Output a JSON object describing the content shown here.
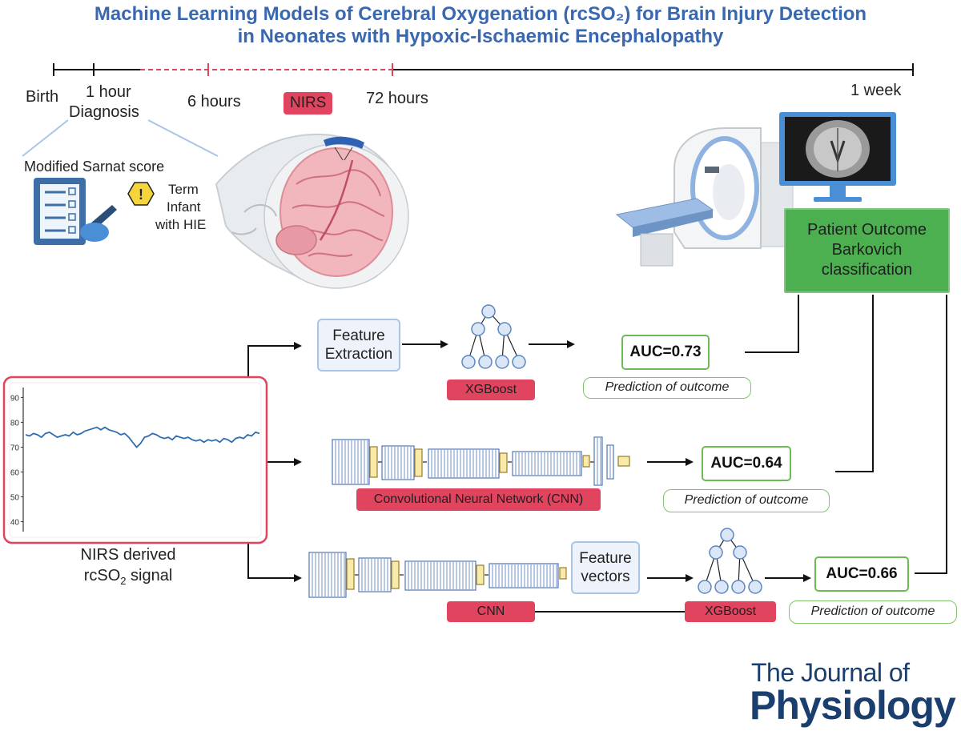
{
  "title": {
    "line1": "Machine Learning Models of Cerebral Oxygenation (rcSO₂) for Brain Injury Detection",
    "line2": "in Neonates with Hypoxic-Ischaemic Encephalopathy"
  },
  "timeline": {
    "birth": "Birth",
    "one_hour": "1 hour",
    "diagnosis": "Diagnosis",
    "six_hours": "6 hours",
    "nirs": "NIRS",
    "seventy_two_hours": "72 hours",
    "one_week": "1 week"
  },
  "sarnat": {
    "title": "Modified Sarnat score",
    "term_line1": "Term",
    "term_line2": "Infant",
    "term_line3": "with HIE"
  },
  "outcome": {
    "line1": "Patient Outcome",
    "line2": "Barkovich",
    "line3": "classification"
  },
  "pipeline1": {
    "feature_line1": "Feature",
    "feature_line2": "Extraction",
    "model": "XGBoost",
    "auc": "AUC=0.73",
    "prediction": "Prediction of outcome"
  },
  "pipeline2": {
    "model": "Convolutional Neural Network (CNN)",
    "auc": "AUC=0.64",
    "prediction": "Prediction of outcome"
  },
  "pipeline3": {
    "model": "CNN",
    "feature_line1": "Feature",
    "feature_line2": "vectors",
    "model2": "XGBoost",
    "auc": "AUC=0.66",
    "prediction": "Prediction of outcome"
  },
  "signal": {
    "label_line1": "NIRS derived",
    "label_line2_prefix": "rcSO",
    "label_line2_sub": "2",
    "label_line2_suffix": " signal",
    "y_ticks": [
      "90",
      "80",
      "70",
      "60",
      "50",
      "40"
    ]
  },
  "chart_data": {
    "type": "line",
    "ylim": [
      36,
      94
    ],
    "x": [
      0,
      1,
      2,
      3,
      4,
      5,
      6,
      7,
      8,
      9,
      10,
      11,
      12,
      13,
      14,
      15,
      16,
      17,
      18,
      19,
      20,
      21,
      22,
      23,
      24,
      25,
      26,
      27,
      28,
      29,
      30,
      31,
      32,
      33,
      34,
      35,
      36,
      37,
      38,
      39,
      40,
      41,
      42,
      43,
      44,
      45,
      46,
      47,
      48,
      49,
      50,
      51,
      52,
      53,
      54,
      55,
      56,
      57,
      58,
      59
    ],
    "y": [
      75,
      74.5,
      75.5,
      75,
      74,
      75.5,
      76,
      75,
      74,
      74.5,
      75,
      74.5,
      76,
      75,
      75.5,
      76.5,
      77,
      77.5,
      78,
      77,
      78,
      77,
      76.5,
      76,
      75,
      75.5,
      74,
      72,
      70,
      71.5,
      74,
      74.5,
      75.5,
      75,
      74,
      73.5,
      74,
      73,
      74.5,
      74,
      73.5,
      74,
      73,
      72.5,
      73,
      72,
      73,
      72.5,
      73,
      72,
      73.5,
      73,
      72,
      73.5,
      74,
      73.5,
      75,
      74.5,
      76,
      75.5
    ]
  },
  "journal": {
    "line1": "The Journal of",
    "line2": "Physiology"
  },
  "colors": {
    "title_blue": "#3a68b0",
    "nirs_red": "#e0445e",
    "outcome_green": "#4caf50",
    "signal_blue": "#2f6db0",
    "journal_navy": "#1a3f6f"
  }
}
